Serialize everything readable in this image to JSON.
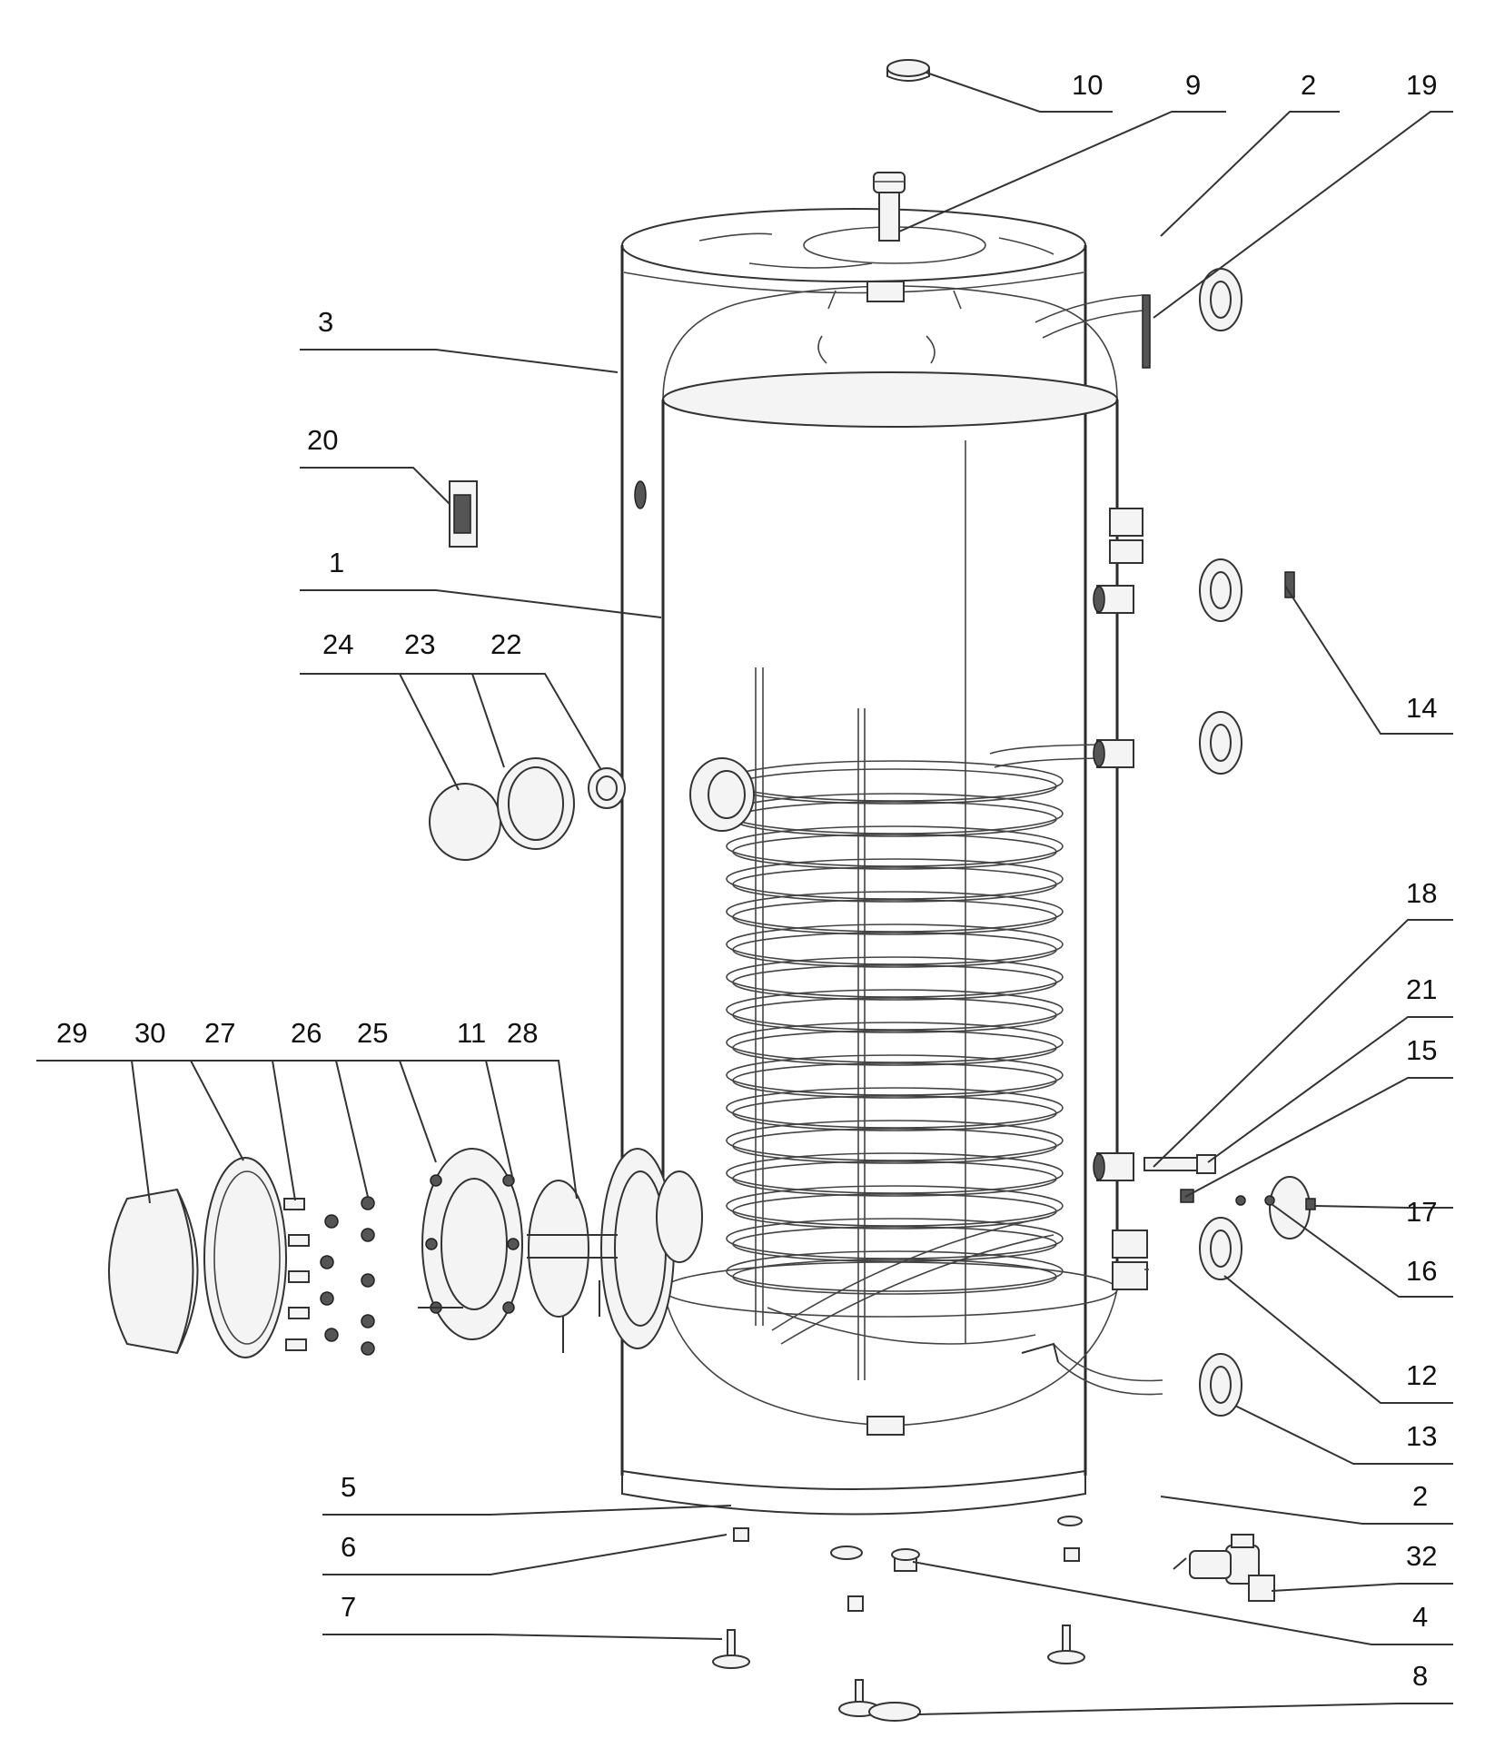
{
  "diagram": {
    "labels": [
      {
        "id": "10",
        "text": "10"
      },
      {
        "id": "9",
        "text": "9"
      },
      {
        "id": "2a",
        "text": "2"
      },
      {
        "id": "19",
        "text": "19"
      },
      {
        "id": "3",
        "text": "3"
      },
      {
        "id": "20",
        "text": "20"
      },
      {
        "id": "1",
        "text": "1"
      },
      {
        "id": "24",
        "text": "24"
      },
      {
        "id": "23",
        "text": "23"
      },
      {
        "id": "22",
        "text": "22"
      },
      {
        "id": "14",
        "text": "14"
      },
      {
        "id": "18",
        "text": "18"
      },
      {
        "id": "21",
        "text": "21"
      },
      {
        "id": "15",
        "text": "15"
      },
      {
        "id": "17",
        "text": "17"
      },
      {
        "id": "16",
        "text": "16"
      },
      {
        "id": "12",
        "text": "12"
      },
      {
        "id": "13",
        "text": "13"
      },
      {
        "id": "2b",
        "text": "2"
      },
      {
        "id": "29",
        "text": "29"
      },
      {
        "id": "30",
        "text": "30"
      },
      {
        "id": "27",
        "text": "27"
      },
      {
        "id": "26",
        "text": "26"
      },
      {
        "id": "25",
        "text": "25"
      },
      {
        "id": "11",
        "text": "11"
      },
      {
        "id": "28",
        "text": "28"
      },
      {
        "id": "5",
        "text": "5"
      },
      {
        "id": "6",
        "text": "6"
      },
      {
        "id": "7",
        "text": "7"
      },
      {
        "id": "32",
        "text": "32"
      },
      {
        "id": "4",
        "text": "4"
      },
      {
        "id": "8",
        "text": "8"
      }
    ]
  }
}
